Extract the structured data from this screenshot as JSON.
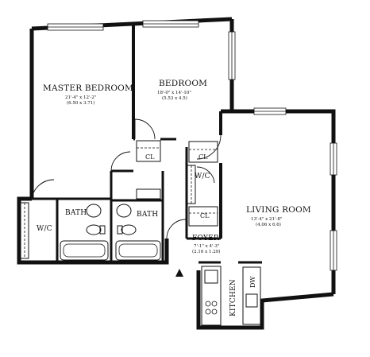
{
  "rooms": {
    "master_bedroom": {
      "name": "MASTER BEDROOM",
      "dim_imperial": "21'-4\" x 12'-2\"",
      "dim_metric": "(6.50 x 3.71)"
    },
    "bedroom": {
      "name": "BEDROOM",
      "dim_imperial": "18'-0\" x 14'-10\"",
      "dim_metric": "(5.53 x 4.5)"
    },
    "living_room": {
      "name": "LIVING ROOM",
      "dim_imperial": "13'-4\" x 21'-8\"",
      "dim_metric": "(4.06 x 6.6)"
    },
    "foyer": {
      "name": "FOYER",
      "dim_imperial": "7'-1\" x 4'-3\"",
      "dim_metric": "(2.16 x 1.29)"
    }
  },
  "labels": {
    "bath_left": "BATH",
    "bath_right": "BATH",
    "wc_left": "W/C",
    "wc_center": "W/C",
    "kitchen": "KITCHEN",
    "dw": "DW",
    "closet_bedroom": "CL",
    "closet_upper": "CL",
    "closet_lower": "CL"
  }
}
